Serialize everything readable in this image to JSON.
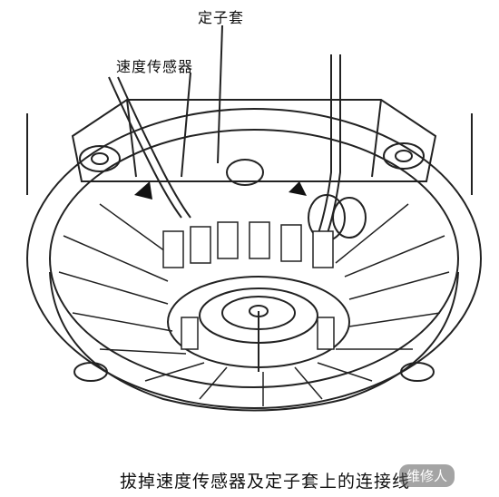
{
  "labels": {
    "stator_cover": "定子套",
    "speed_sensor": "速度传感器"
  },
  "caption": "拔掉速度传感器及定子套上的连接线",
  "watermark": "维修人"
}
